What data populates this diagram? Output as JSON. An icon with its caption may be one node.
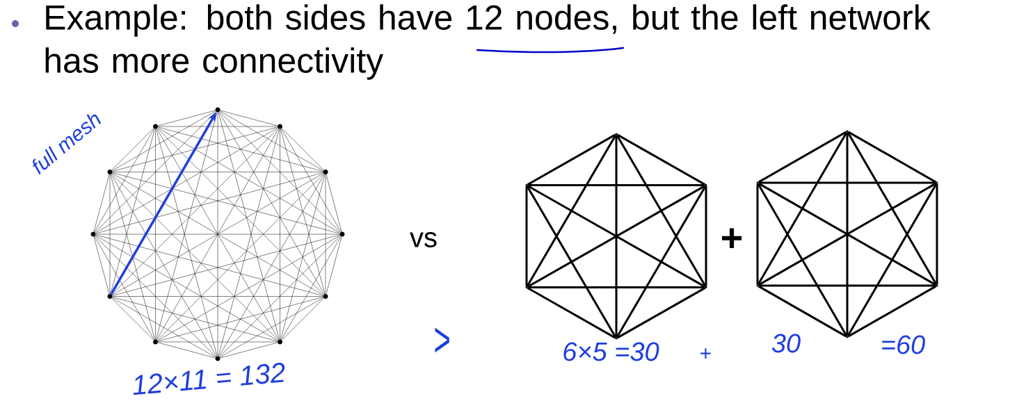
{
  "diagram": {
    "title": "Example: both sides have 12 nodes, but the left network has more connectivity",
    "nodes": [
      {
        "text": [],
        "shape": "circle"
      },
      {
        "text": [],
        "shape": "circle"
      },
      {
        "text": [],
        "shape": "circle"
      },
      {
        "text": [],
        "shape": "circle"
      },
      {
        "text": [],
        "shape": "circle"
      },
      {
        "text": [],
        "shape": "circle"
      },
      {
        "text": [],
        "shape": "circle"
      },
      {
        "text": [],
        "shape": "circle"
      },
      {
        "text": [],
        "shape": "circle"
      },
      {
        "text": [],
        "shape": "circle"
      },
      {
        "text": [],
        "shape": "circle"
      },
      {
        "text": [],
        "shape": "circle"
      },
      {
        "text": [],
        "shape": "vertex"
      },
      {
        "text": [],
        "shape": "vertex"
      },
      {
        "text": [],
        "shape": "vertex"
      },
      {
        "text": [],
        "shape": "vertex"
      },
      {
        "text": [],
        "shape": "vertex"
      },
      {
        "text": [],
        "shape": "vertex"
      },
      {
        "text": [],
        "shape": "vertex"
      },
      {
        "text": [],
        "shape": "vertex"
      },
      {
        "text": [],
        "shape": "vertex"
      },
      {
        "text": [],
        "shape": "vertex"
      },
      {
        "text": [],
        "shape": "vertex"
      },
      {
        "text": [],
        "shape": "vertex"
      }
    ],
    "edges": [
      {
        "from": 0,
        "to": 1,
        "arrow": "none"
      },
      {
        "from": 0,
        "to": 2,
        "arrow": "none"
      },
      {
        "from": 0,
        "to": 3,
        "arrow": "none"
      },
      {
        "from": 0,
        "to": 4,
        "arrow": "none"
      },
      {
        "from": 0,
        "to": 5,
        "arrow": "none"
      },
      {
        "from": 0,
        "to": 6,
        "arrow": "none"
      },
      {
        "from": 0,
        "to": 7,
        "arrow": "none"
      },
      {
        "from": 0,
        "to": 9,
        "arrow": "none"
      },
      {
        "from": 0,
        "to": 10,
        "arrow": "none"
      },
      {
        "from": 0,
        "to": 11,
        "arrow": "none"
      },
      {
        "from": 1,
        "to": 2,
        "arrow": "none"
      },
      {
        "from": 1,
        "to": 3,
        "arrow": "none"
      },
      {
        "from": 1,
        "to": 4,
        "arrow": "none"
      },
      {
        "from": 1,
        "to": 5,
        "arrow": "none"
      },
      {
        "from": 1,
        "to": 6,
        "arrow": "none"
      },
      {
        "from": 1,
        "to": 7,
        "arrow": "none"
      },
      {
        "from": 1,
        "to": 8,
        "arrow": "none"
      },
      {
        "from": 1,
        "to": 9,
        "arrow": "none"
      },
      {
        "from": 1,
        "to": 10,
        "arrow": "none"
      },
      {
        "from": 1,
        "to": 11,
        "arrow": "none"
      },
      {
        "from": 2,
        "to": 3,
        "arrow": "none"
      },
      {
        "from": 2,
        "to": 4,
        "arrow": "none"
      },
      {
        "from": 2,
        "to": 5,
        "arrow": "none"
      },
      {
        "from": 2,
        "to": 6,
        "arrow": "none"
      },
      {
        "from": 2,
        "to": 7,
        "arrow": "none"
      },
      {
        "from": 2,
        "to": 8,
        "arrow": "none"
      },
      {
        "from": 2,
        "to": 9,
        "arrow": "none"
      },
      {
        "from": 2,
        "to": 10,
        "arrow": "none"
      },
      {
        "from": 2,
        "to": 11,
        "arrow": "none"
      },
      {
        "from": 3,
        "to": 4,
        "arrow": "none"
      },
      {
        "from": 3,
        "to": 5,
        "arrow": "none"
      },
      {
        "from": 3,
        "to": 6,
        "arrow": "none"
      },
      {
        "from": 3,
        "to": 7,
        "arrow": "none"
      },
      {
        "from": 3,
        "to": 8,
        "arrow": "none"
      },
      {
        "from": 3,
        "to": 9,
        "arrow": "none"
      },
      {
        "from": 3,
        "to": 10,
        "arrow": "none"
      },
      {
        "from": 3,
        "to": 11,
        "arrow": "none"
      },
      {
        "from": 4,
        "to": 5,
        "arrow": "none"
      },
      {
        "from": 4,
        "to": 6,
        "arrow": "none"
      },
      {
        "from": 4,
        "to": 7,
        "arrow": "none"
      },
      {
        "from": 4,
        "to": 8,
        "arrow": "none"
      },
      {
        "from": 4,
        "to": 9,
        "arrow": "none"
      },
      {
        "from": 4,
        "to": 10,
        "arrow": "none"
      },
      {
        "from": 4,
        "to": 11,
        "arrow": "none"
      },
      {
        "from": 5,
        "to": 6,
        "arrow": "none"
      },
      {
        "from": 5,
        "to": 7,
        "arrow": "none"
      },
      {
        "from": 5,
        "to": 8,
        "arrow": "none"
      },
      {
        "from": 5,
        "to": 9,
        "arrow": "none"
      },
      {
        "from": 5,
        "to": 10,
        "arrow": "none"
      },
      {
        "from": 5,
        "to": 11,
        "arrow": "none"
      },
      {
        "from": 6,
        "to": 7,
        "arrow": "none"
      },
      {
        "from": 6,
        "to": 8,
        "arrow": "none"
      },
      {
        "from": 6,
        "to": 9,
        "arrow": "none"
      },
      {
        "from": 6,
        "to": 10,
        "arrow": "none"
      },
      {
        "from": 6,
        "to": 11,
        "arrow": "none"
      },
      {
        "from": 7,
        "to": 8,
        "arrow": "none"
      },
      {
        "from": 7,
        "to": 9,
        "arrow": "none"
      },
      {
        "from": 7,
        "to": 10,
        "arrow": "none"
      },
      {
        "from": 7,
        "to": 11,
        "arrow": "none"
      },
      {
        "from": 8,
        "to": 9,
        "arrow": "none"
      },
      {
        "from": 8,
        "to": 10,
        "arrow": "none"
      },
      {
        "from": 8,
        "to": 11,
        "arrow": "none"
      },
      {
        "from": 9,
        "to": 10,
        "arrow": "none"
      },
      {
        "from": 9,
        "to": 11,
        "arrow": "none"
      },
      {
        "from": 10,
        "to": 11,
        "arrow": "none"
      },
      {
        "from": 8,
        "to": 0,
        "arrow": "to",
        "style": "thick",
        "color": "#1f3fdc"
      },
      {
        "from": 12,
        "to": 13,
        "arrow": "none",
        "style": "thick"
      },
      {
        "from": 12,
        "to": 14,
        "arrow": "none",
        "style": "thick"
      },
      {
        "from": 12,
        "to": 15,
        "arrow": "none",
        "style": "thick"
      },
      {
        "from": 12,
        "to": 16,
        "arrow": "none",
        "style": "thick"
      },
      {
        "from": 12,
        "to": 17,
        "arrow": "none",
        "style": "thick"
      },
      {
        "from": 13,
        "to": 14,
        "arrow": "none",
        "style": "thick"
      },
      {
        "from": 13,
        "to": 15,
        "arrow": "none",
        "style": "thick"
      },
      {
        "from": 13,
        "to": 16,
        "arrow": "none",
        "style": "thick"
      },
      {
        "from": 13,
        "to": 17,
        "arrow": "none",
        "style": "thick"
      },
      {
        "from": 14,
        "to": 15,
        "arrow": "none",
        "style": "thick"
      },
      {
        "from": 14,
        "to": 16,
        "arrow": "none",
        "style": "thick"
      },
      {
        "from": 14,
        "to": 17,
        "arrow": "none",
        "style": "thick"
      },
      {
        "from": 15,
        "to": 16,
        "arrow": "none",
        "style": "thick"
      },
      {
        "from": 15,
        "to": 17,
        "arrow": "none",
        "style": "thick"
      },
      {
        "from": 16,
        "to": 17,
        "arrow": "none",
        "style": "thick"
      },
      {
        "from": 18,
        "to": 19,
        "arrow": "none",
        "style": "thick"
      },
      {
        "from": 18,
        "to": 20,
        "arrow": "none",
        "style": "thick"
      },
      {
        "from": 18,
        "to": 21,
        "arrow": "none",
        "style": "thick"
      },
      {
        "from": 18,
        "to": 22,
        "arrow": "none",
        "style": "thick"
      },
      {
        "from": 18,
        "to": 23,
        "arrow": "none",
        "style": "thick"
      },
      {
        "from": 19,
        "to": 20,
        "arrow": "none",
        "style": "thick"
      },
      {
        "from": 19,
        "to": 21,
        "arrow": "none",
        "style": "thick"
      },
      {
        "from": 19,
        "to": 22,
        "arrow": "none",
        "style": "thick"
      },
      {
        "from": 19,
        "to": 23,
        "arrow": "none",
        "style": "thick"
      },
      {
        "from": 20,
        "to": 21,
        "arrow": "none",
        "style": "thick"
      },
      {
        "from": 20,
        "to": 22,
        "arrow": "none",
        "style": "thick"
      },
      {
        "from": 20,
        "to": 23,
        "arrow": "none",
        "style": "thick"
      },
      {
        "from": 21,
        "to": 22,
        "arrow": "none",
        "style": "thick"
      },
      {
        "from": 21,
        "to": 23,
        "arrow": "none",
        "style": "thick"
      },
      {
        "from": 22,
        "to": 23,
        "arrow": "none",
        "style": "thick"
      }
    ],
    "labels": [
      "full mesh",
      "vs",
      "+",
      "12×11 = 132",
      ">",
      "6×5 =30",
      "+",
      "30",
      "=60"
    ]
  }
}
